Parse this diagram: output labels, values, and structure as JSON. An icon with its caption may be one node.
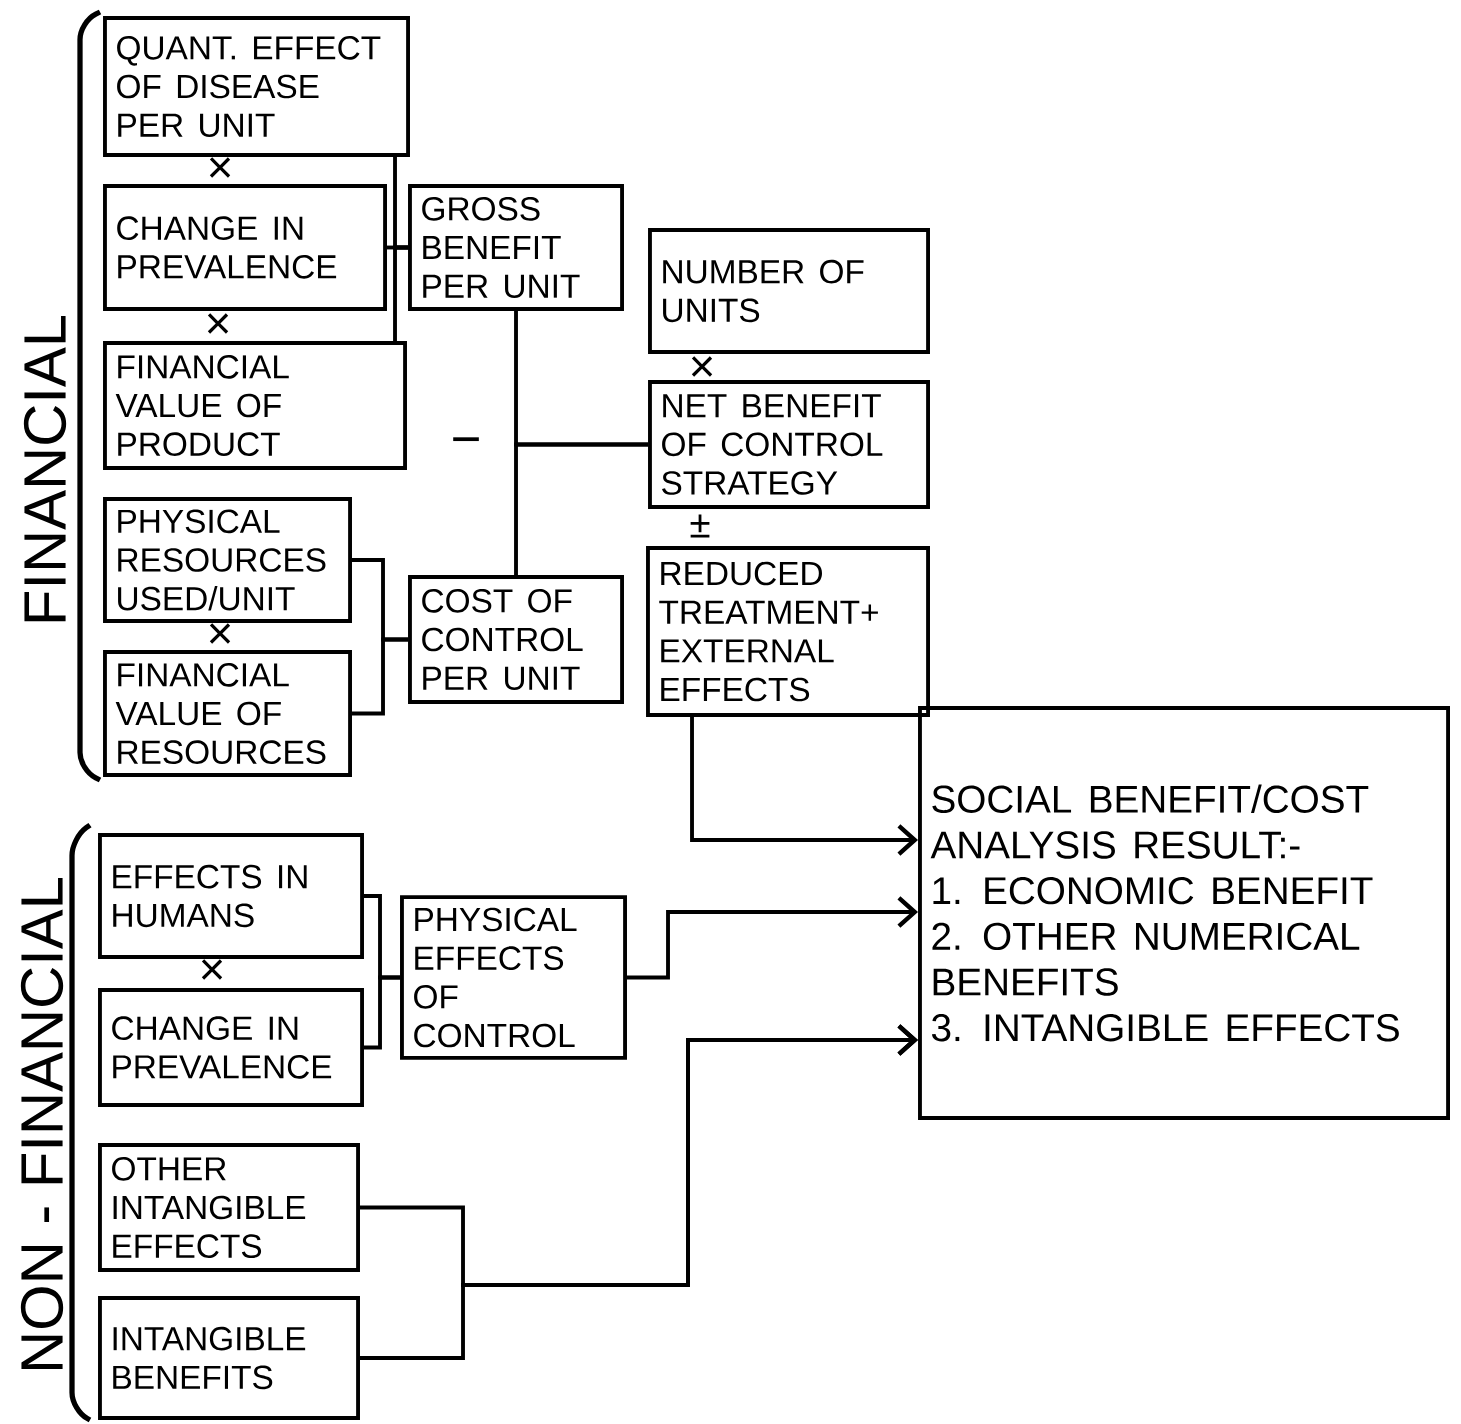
{
  "diagram": {
    "nodes": [
      {
        "text": [
          "QUANT. EFFECT OF DISEASE PER UNIT"
        ]
      },
      {
        "text": [
          "CHANGE IN PREVALENCE"
        ]
      },
      {
        "text": [
          "FINANCIAL VALUE OF PRODUCT"
        ]
      },
      {
        "text": [
          "GROSS BENEFIT PER UNIT"
        ]
      },
      {
        "text": [
          "NUMBER OF UNITS"
        ]
      },
      {
        "text": [
          "NET BENEFIT OF CONTROL STRATEGY"
        ]
      },
      {
        "text": [
          "PHYSICAL RESOURCES USED/UNIT"
        ]
      },
      {
        "text": [
          "FINANCIAL VALUE OF RESOURCES"
        ]
      },
      {
        "text": [
          "COST OF CONTROL PER UNIT"
        ]
      },
      {
        "text": [
          "REDUCED TREATMENT+ EXTERNAL EFFECTS"
        ]
      },
      {
        "text": [
          "SOCIAL BENEFIT/COST ANALYSIS RESULT:-",
          "1. ECONOMIC BENEFIT",
          "2. OTHER NUMERICAL BENEFITS",
          "3. INTANGIBLE EFFECTS"
        ]
      },
      {
        "text": [
          "EFFECTS IN HUMANS"
        ]
      },
      {
        "text": [
          "CHANGE IN PREVALENCE"
        ]
      },
      {
        "text": [
          "PHYSICAL EFFECTS OF CONTROL"
        ]
      },
      {
        "text": [
          "OTHER INTANGIBLE EFFECTS"
        ]
      },
      {
        "text": [
          "INTANGIBLE BENEFITS"
        ]
      }
    ],
    "edges": [
      {
        "from": 0,
        "to": 3,
        "arrow": "none"
      },
      {
        "from": 1,
        "to": 3,
        "arrow": "none"
      },
      {
        "from": 2,
        "to": 3,
        "arrow": "none"
      },
      {
        "from": 3,
        "to": 5,
        "arrow": "none"
      },
      {
        "from": 8,
        "to": 5,
        "arrow": "none"
      },
      {
        "from": 6,
        "to": 8,
        "arrow": "none"
      },
      {
        "from": 7,
        "to": 8,
        "arrow": "none"
      },
      {
        "from": 9,
        "to": 10,
        "arrow": "to"
      },
      {
        "from": 11,
        "to": 13,
        "arrow": "none"
      },
      {
        "from": 12,
        "to": 13,
        "arrow": "none"
      },
      {
        "from": 13,
        "to": 10,
        "arrow": "to"
      },
      {
        "from": 14,
        "to": 10,
        "arrow": "to"
      },
      {
        "from": 15,
        "to": 10,
        "arrow": "to"
      }
    ],
    "labels": [
      "FINANCIAL",
      "×",
      "×",
      "×",
      "−",
      "±",
      "×",
      "NON - FINANCIAL",
      "×"
    ]
  }
}
